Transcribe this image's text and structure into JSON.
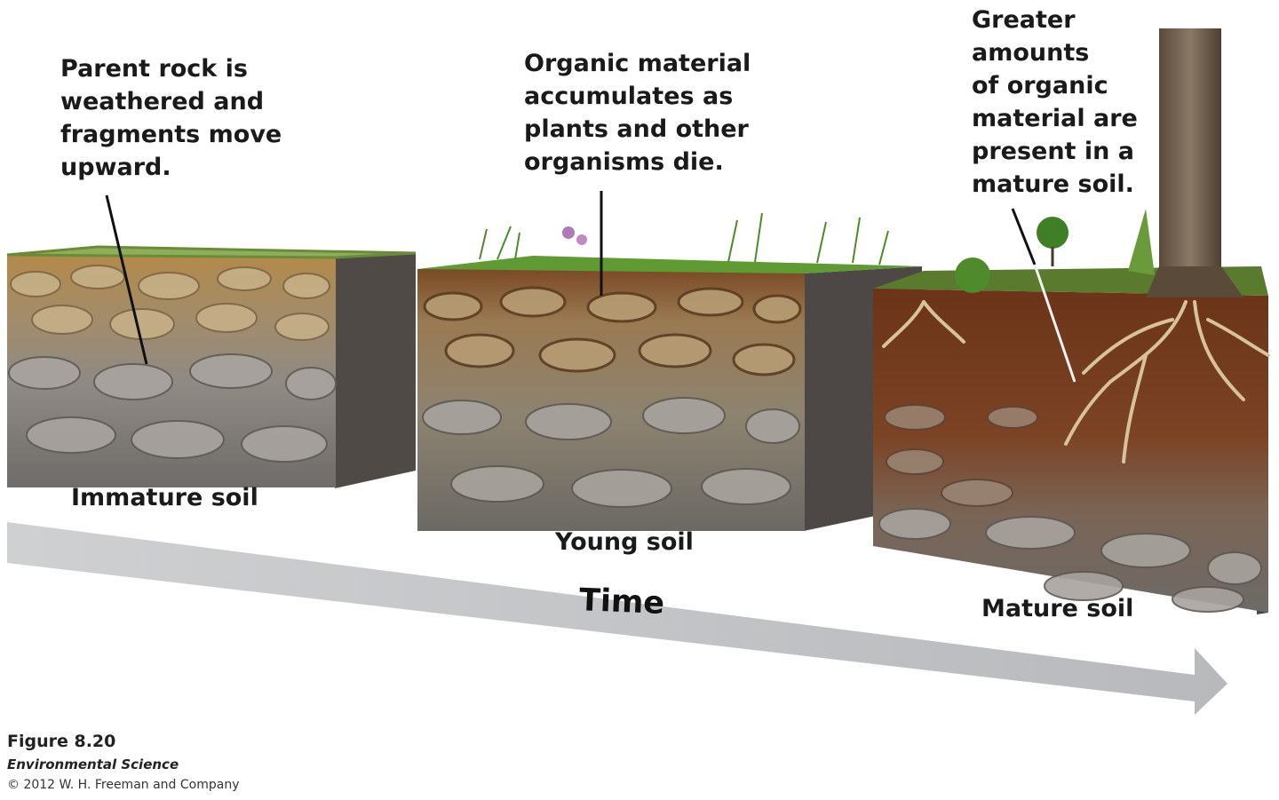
{
  "callouts": {
    "parent_rock": "Parent rock is\nweathered and\nfragments move\nupward.",
    "organic_accumulates": "Organic material\naccumulates as\nplants and other\norganisms die.",
    "greater_amounts": "Greater\namounts\nof organic\nmaterial are\npresent in a\nmature soil."
  },
  "stages": {
    "immature": "Immature soil",
    "young": "Young soil",
    "mature": "Mature soil"
  },
  "time_label": "Time",
  "credits": {
    "figure": "Figure 8.20",
    "book": "Environmental Science",
    "copyright": "© 2012 W. H. Freeman and Company"
  }
}
